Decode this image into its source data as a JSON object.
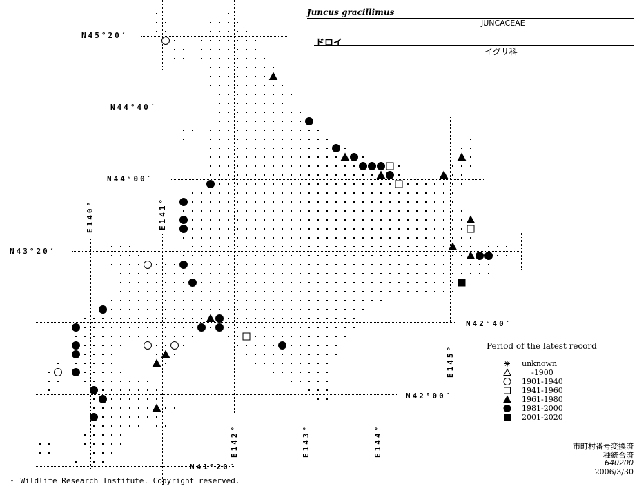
{
  "header": {
    "scientific_name": "Juncus gracillimus",
    "family": "JUNCACEAE",
    "japanese_name": "ドロイ",
    "japanese_family": "イグサ科"
  },
  "latitude_labels": {
    "n45_20": "N45°20′",
    "n44_40": "N44°40′",
    "n44_00": "N44°00′",
    "n43_20": "N43°20′",
    "n42_40": "N42°40′",
    "n42_00": "N42°00′",
    "n41_20": "N41°20′"
  },
  "longitude_labels": {
    "e140": "E140°",
    "e141": "E141°",
    "e142": "E142°",
    "e143": "E143°",
    "e144": "E144°",
    "e145": "E145°"
  },
  "legend": {
    "title": "Period of the latest record",
    "items": [
      {
        "symbol": "asterisk",
        "label": "unknown"
      },
      {
        "symbol": "open-triangle",
        "label": "    -1900"
      },
      {
        "symbol": "open-circle",
        "label": "1901-1940"
      },
      {
        "symbol": "open-square",
        "label": "1941-1960"
      },
      {
        "symbol": "filled-triangle",
        "label": "1961-1980"
      },
      {
        "symbol": "filled-circle",
        "label": "1981-2000"
      },
      {
        "symbol": "filled-square",
        "label": "2001-2020"
      }
    ]
  },
  "notes": {
    "line1": "市町村番号変換済",
    "line2": "種統合済",
    "line3": "640200",
    "line4": "2006/3/30"
  },
  "footer": "・ Wildlife Research Institute. Copyright reserved."
}
